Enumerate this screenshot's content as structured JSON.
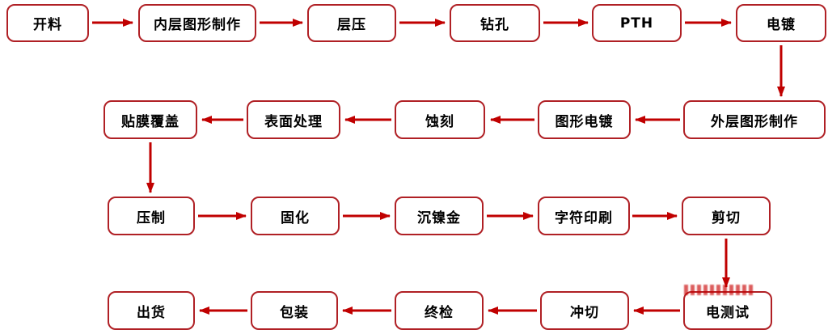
{
  "colors": {
    "box_border": "#b02025",
    "arrow": "#c00000",
    "box_fill": "#ffffff",
    "text": "#000000"
  },
  "flow": {
    "type": "process-flowchart",
    "rows": [
      {
        "direction": "left-to-right",
        "nodes": [
          {
            "label": "开料"
          },
          {
            "label": "内层图形制作"
          },
          {
            "label": "层压"
          },
          {
            "label": "钻孔"
          },
          {
            "label": "PTH"
          },
          {
            "label": "电镀"
          }
        ]
      },
      {
        "direction": "right-to-left",
        "nodes": [
          {
            "label": "外层图形制作"
          },
          {
            "label": "图形电镀"
          },
          {
            "label": "蚀刻"
          },
          {
            "label": "表面处理"
          },
          {
            "label": "贴膜覆盖"
          }
        ]
      },
      {
        "direction": "left-to-right",
        "nodes": [
          {
            "label": "压制"
          },
          {
            "label": "固化"
          },
          {
            "label": "沉镍金"
          },
          {
            "label": "字符印刷"
          },
          {
            "label": "剪切"
          }
        ]
      },
      {
        "direction": "right-to-left",
        "nodes": [
          {
            "label": "电测试"
          },
          {
            "label": "冲切"
          },
          {
            "label": "终检"
          },
          {
            "label": "包装"
          },
          {
            "label": "出货"
          }
        ]
      }
    ]
  }
}
